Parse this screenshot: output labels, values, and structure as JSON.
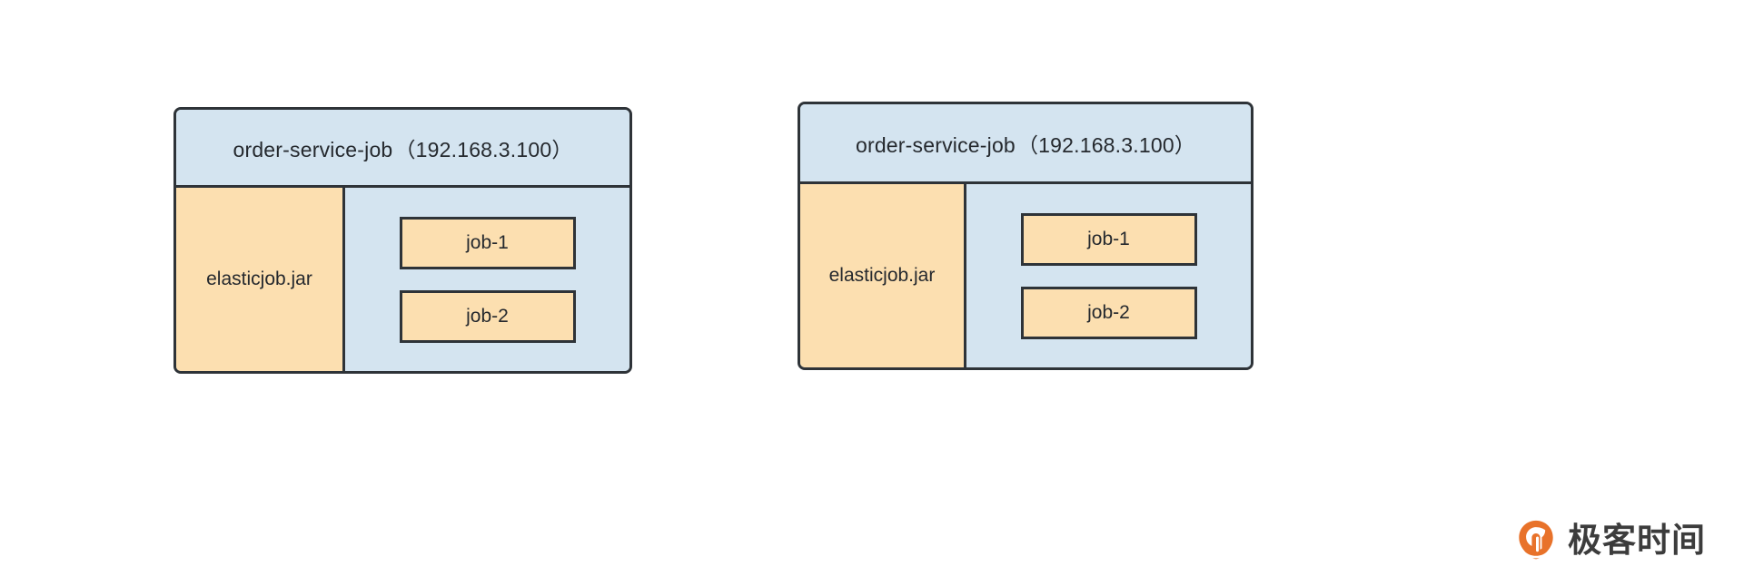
{
  "diagram": {
    "type": "deployment-diagram",
    "background_color": "#ffffff",
    "palette": {
      "node_fill": "#d4e4f0",
      "jar_fill": "#fcdfb0",
      "job_fill": "#fcdfb0",
      "stroke": "#2e3338",
      "text": "#25292e",
      "watermark_orange": "#e8722a",
      "watermark_gray": "#3c3c3c"
    },
    "nodes": [
      {
        "id": "node-left",
        "title_name": "order-service-job",
        "title_ip": "（192.168.3.100）",
        "jar_label": "elasticjob.jar",
        "jobs": [
          {
            "label": "job-1"
          },
          {
            "label": "job-2"
          }
        ]
      },
      {
        "id": "node-right",
        "title_name": "order-service-job",
        "title_ip": "（192.168.3.100）",
        "jar_label": "elasticjob.jar",
        "jobs": [
          {
            "label": "job-1"
          },
          {
            "label": "job-2"
          }
        ]
      }
    ]
  },
  "watermark": {
    "text": "极客时间",
    "logo_icon": "geektime-pin-icon"
  }
}
